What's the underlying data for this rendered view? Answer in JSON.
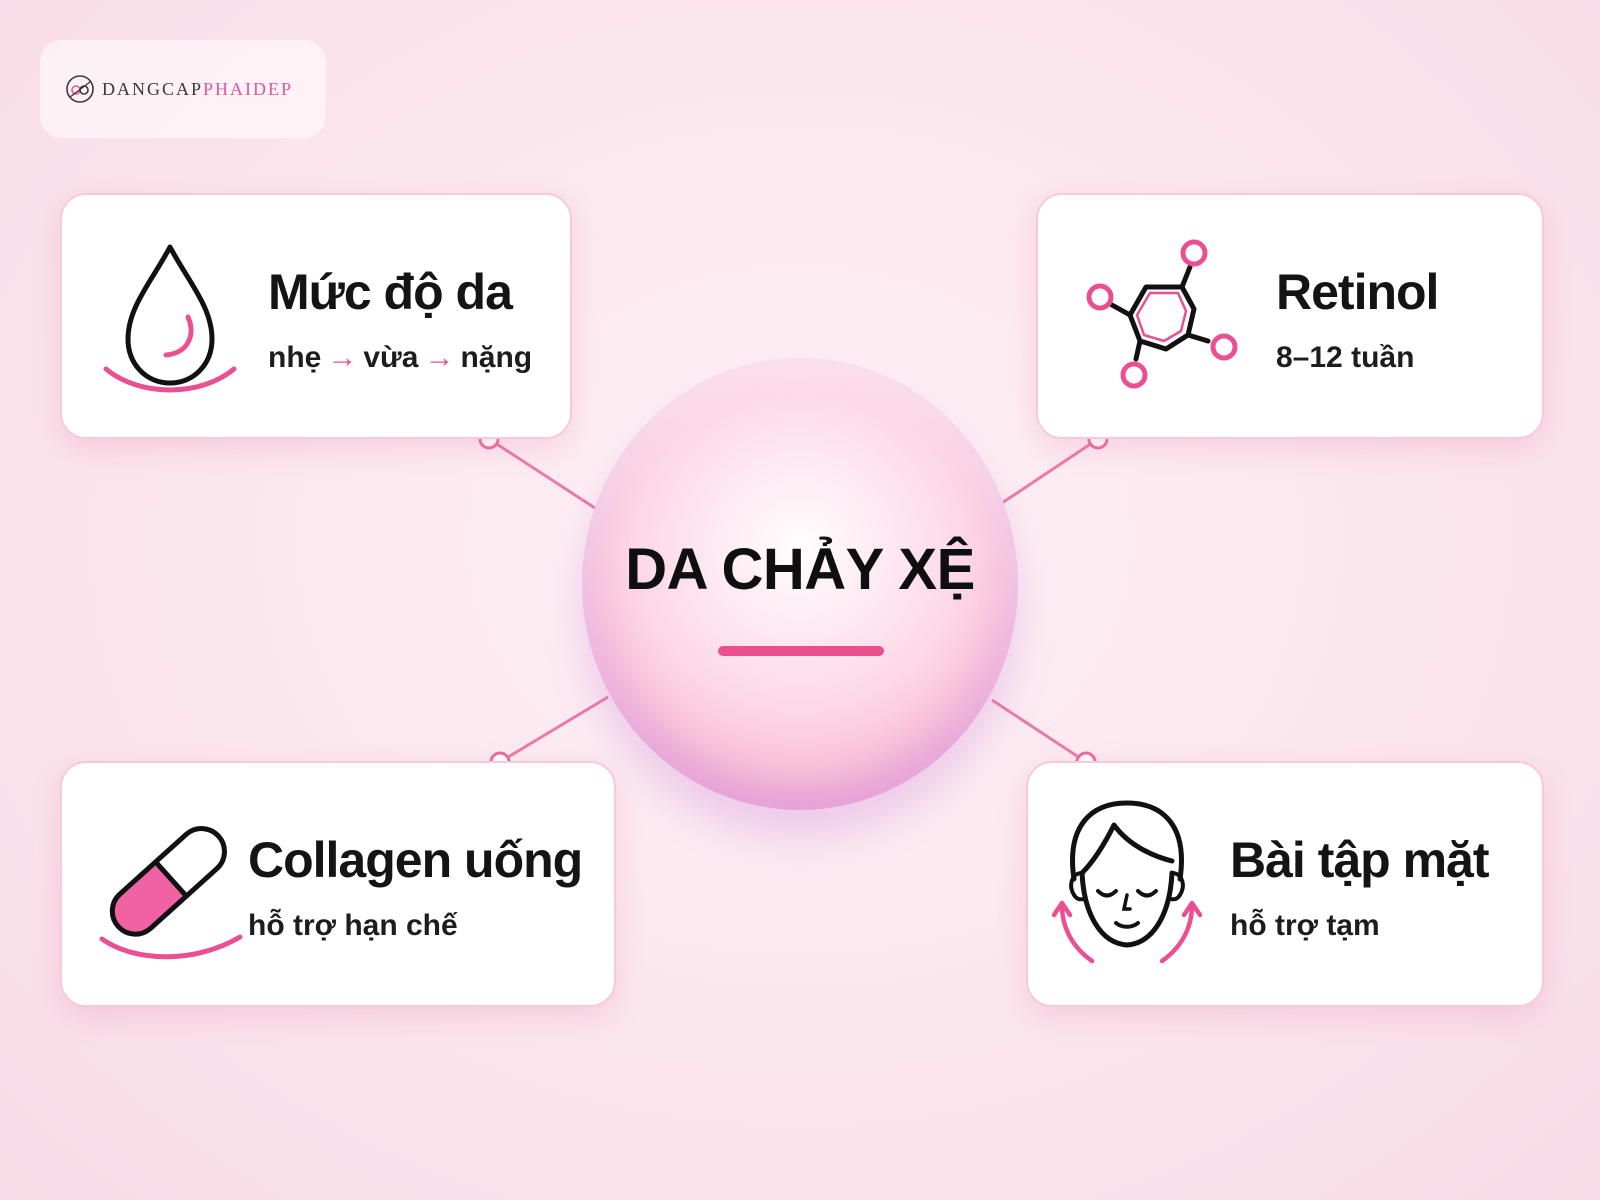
{
  "brand": {
    "name_part1": "DANGCAP",
    "name_part2": "PHAIDEP"
  },
  "center": {
    "title": "DA CHẢY XỆ"
  },
  "cards": {
    "severity": {
      "title": "Mức độ da",
      "steps": [
        "nhẹ",
        "vừa",
        "nặng"
      ],
      "arrow": "→"
    },
    "retinol": {
      "title": "Retinol",
      "subtitle": "8–12 tuần"
    },
    "collagen": {
      "title": "Collagen uống",
      "subtitle": "hỗ trợ hạn chế"
    },
    "exercise": {
      "title": "Bài tập mặt",
      "subtitle": "hỗ trợ tạm"
    }
  },
  "icons": {
    "severity": "water-drop-icon",
    "retinol": "molecule-icon",
    "collagen": "capsule-icon",
    "exercise": "face-lift-icon"
  },
  "colors": {
    "accent": "#ea4f92",
    "outline": "#111111",
    "card_border": "#f6cadb",
    "background": "#fbe4ec"
  }
}
